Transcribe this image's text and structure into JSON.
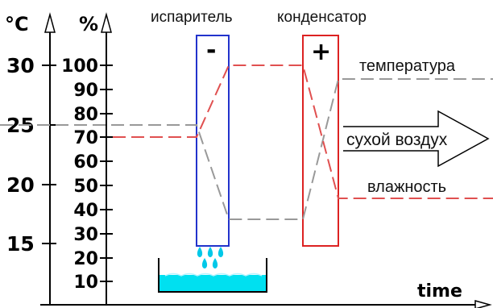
{
  "axes": {
    "celsius_unit": "°C",
    "percent_unit": "%",
    "celsius_ticks": [
      "30",
      "25",
      "20",
      "15"
    ],
    "percent_ticks": [
      "100",
      "90",
      "80",
      "70",
      "60",
      "50",
      "40",
      "30",
      "20",
      "10"
    ],
    "time_label": "time"
  },
  "components": {
    "evaporator": {
      "label": "испаритель",
      "sign": "-",
      "color": "#2233cc"
    },
    "condenser": {
      "label": "конденсатор",
      "sign": "+",
      "color": "#dd2222"
    }
  },
  "legend": {
    "temperature": "температура",
    "humidity": "влажность",
    "dry_air": "сухой воздух"
  },
  "colors": {
    "temperature_line": "#999999",
    "humidity_line": "#e05050",
    "water": "#00e0f0",
    "drops": "#00c8e8"
  }
}
